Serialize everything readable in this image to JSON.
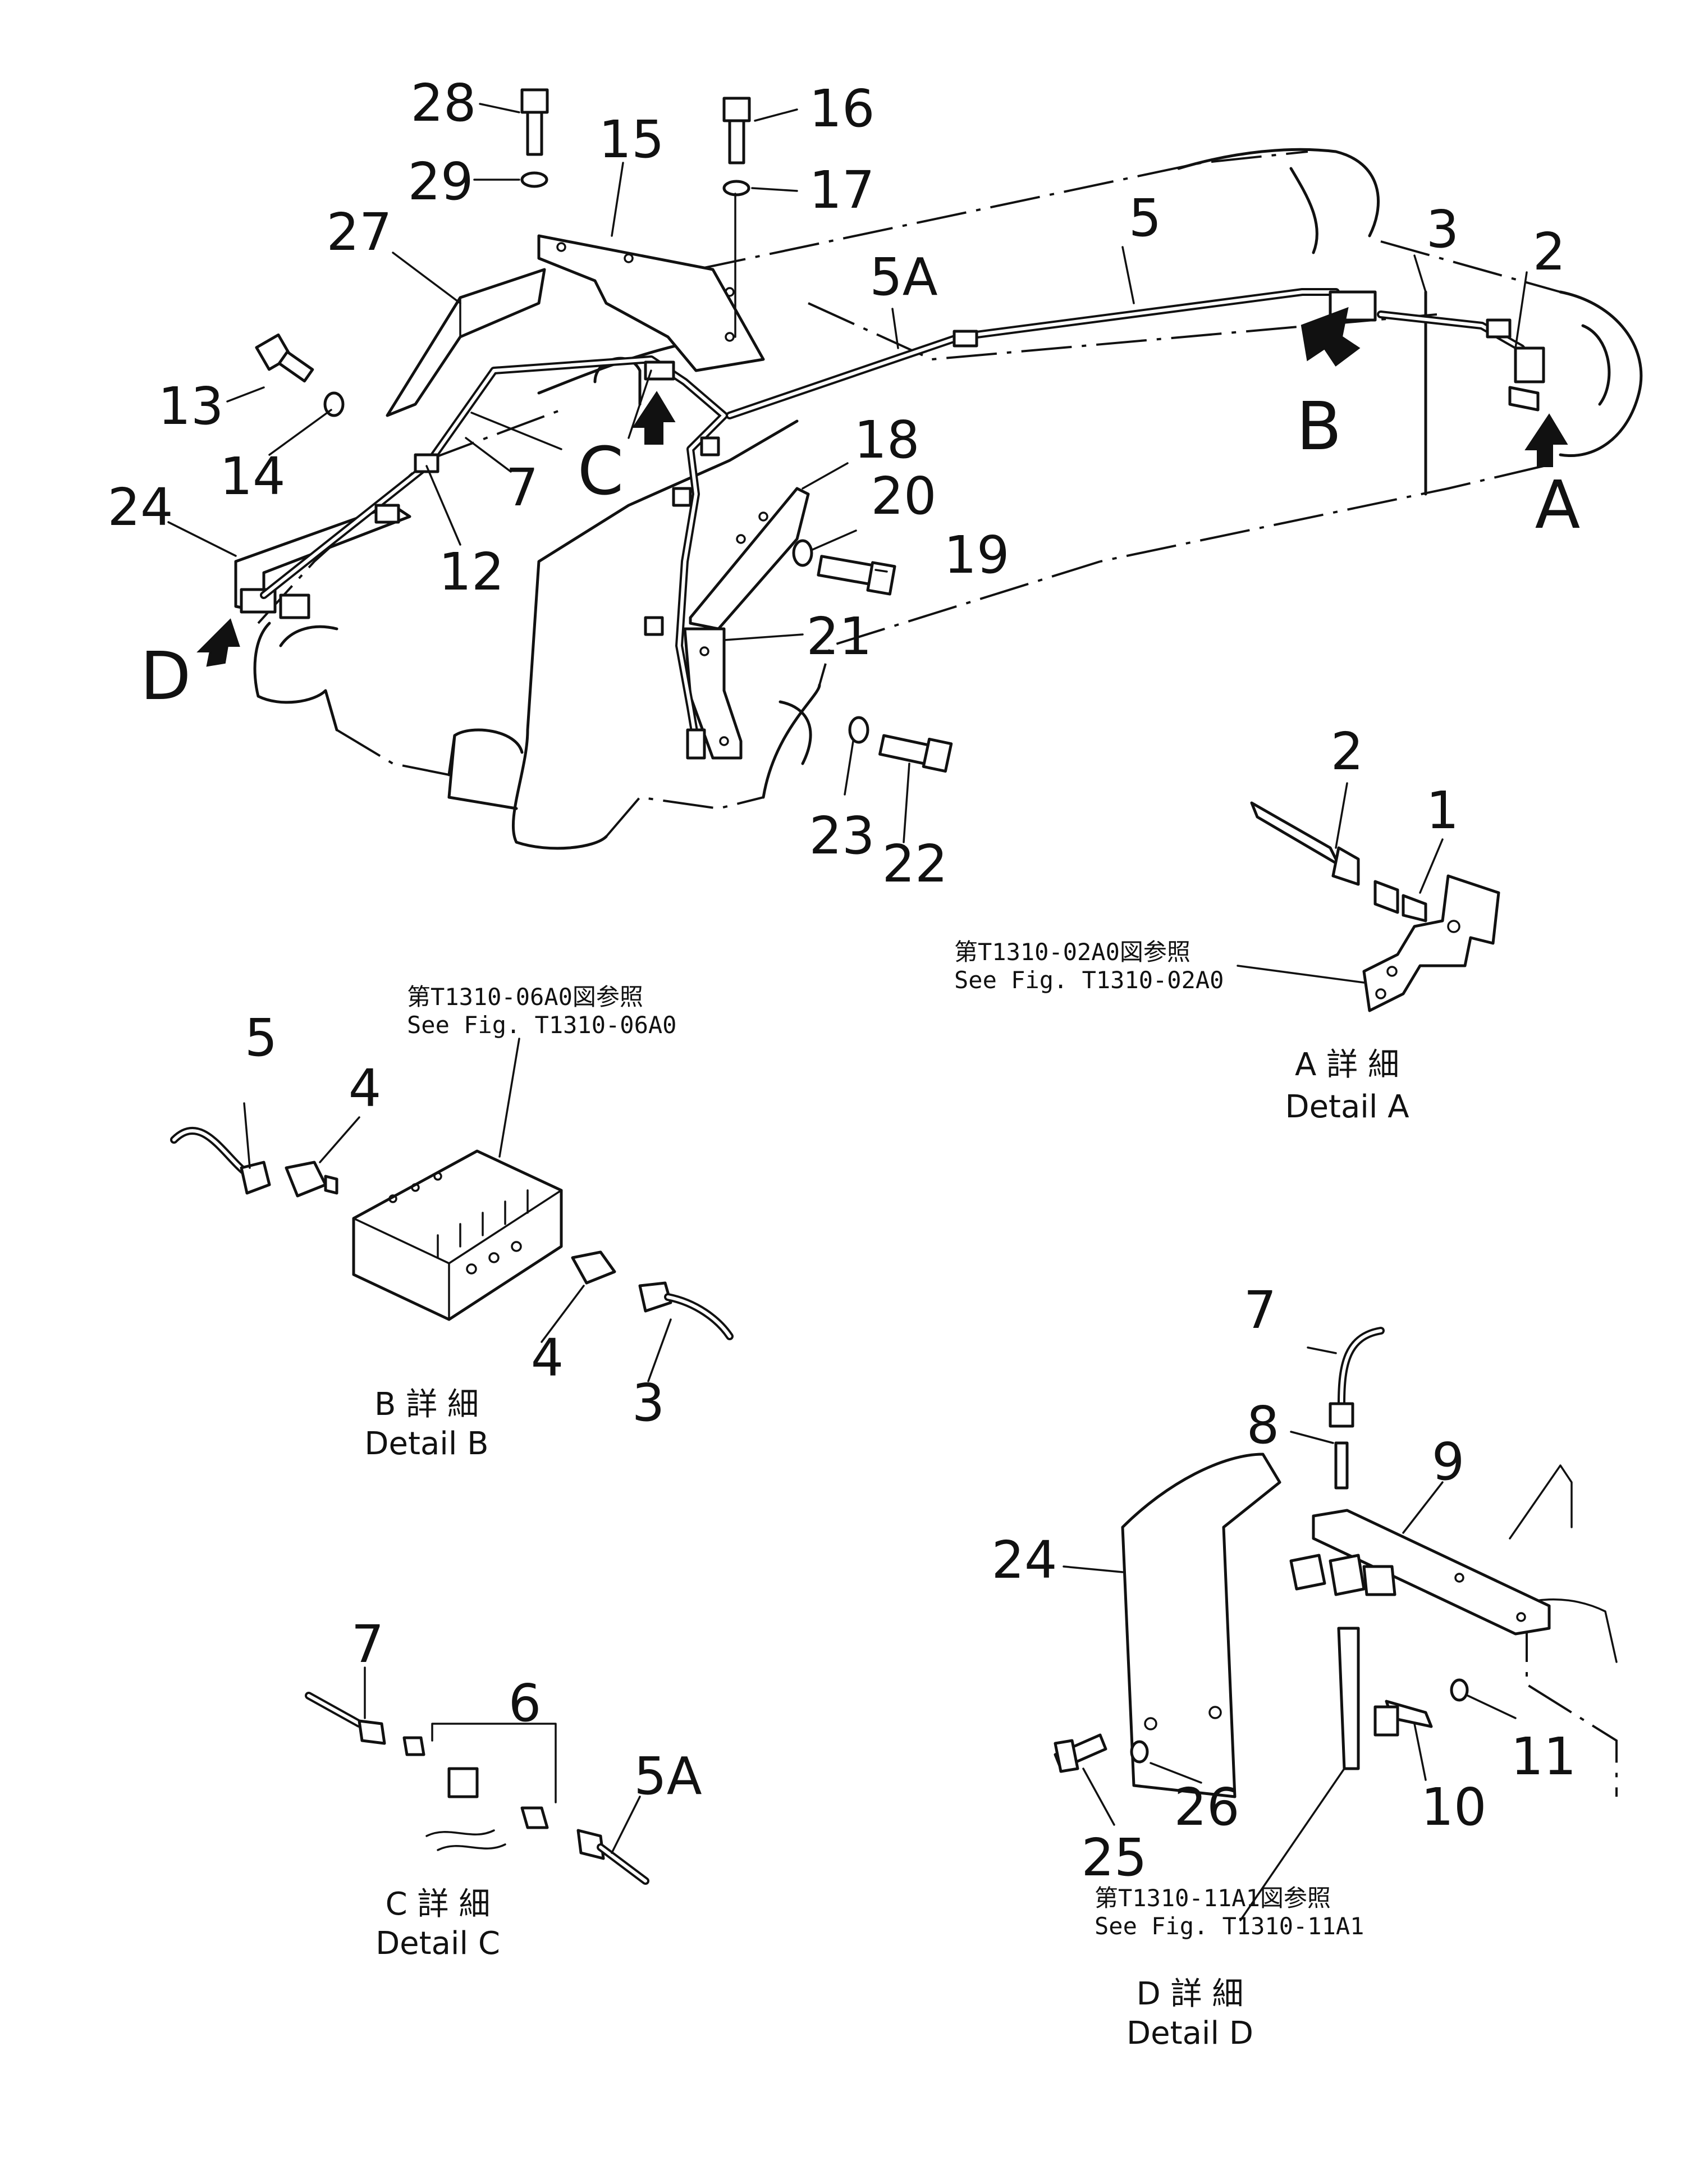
{
  "figure": {
    "main_callouts": {
      "c28": "28",
      "c16": "16",
      "c15": "15",
      "c29": "29",
      "c17": "17",
      "c5": "5",
      "c3": "3",
      "c2": "2",
      "c27": "27",
      "c5a": "5A",
      "c13": "13",
      "c14": "14",
      "c7": "7",
      "c18": "18",
      "c20": "20",
      "c19": "19",
      "c24": "24",
      "c12": "12",
      "c21": "21",
      "c23": "23",
      "c22": "22"
    },
    "view_markers": {
      "a": "A",
      "b": "B",
      "c": "C",
      "d": "D"
    },
    "detail_a": {
      "callout_2": "2",
      "callout_1": "1",
      "ref_jp": "第T1310-02A0図参照",
      "ref_en": "See Fig. T1310-02A0",
      "caption_jp": "A 詳 細",
      "caption_en": "Detail A"
    },
    "detail_b": {
      "callout_5": "5",
      "callout_4_top": "4",
      "callout_4_bottom": "4",
      "callout_3": "3",
      "ref_jp": "第T1310-06A0図参照",
      "ref_en": "See Fig. T1310-06A0",
      "caption_jp": "B 詳 細",
      "caption_en": "Detail B"
    },
    "detail_c": {
      "callout_7": "7",
      "callout_6": "6",
      "callout_5a": "5A",
      "caption_jp": "C 詳 細",
      "caption_en": "Detail C"
    },
    "detail_d": {
      "callout_7": "7",
      "callout_8": "8",
      "callout_9": "9",
      "callout_24": "24",
      "callout_11": "11",
      "callout_10": "10",
      "callout_26": "26",
      "callout_25": "25",
      "ref_jp": "第T1310-11A1図参照",
      "ref_en": "See Fig. T1310-11A1",
      "caption_jp": "D 詳 細",
      "caption_en": "Detail D"
    }
  }
}
